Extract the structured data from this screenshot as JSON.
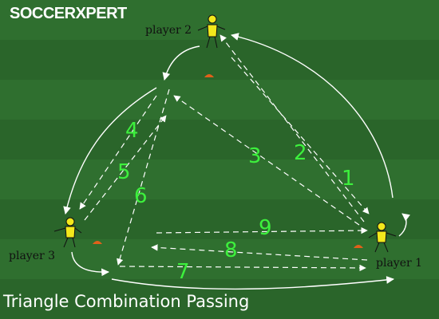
{
  "brand": {
    "logo_text": "SOCCERXPERT"
  },
  "diagram": {
    "title": "Triangle Combination Passing",
    "players": [
      {
        "label": "player 2"
      },
      {
        "label": "player 3"
      },
      {
        "label": "player 1"
      }
    ],
    "pass_numbers": [
      "1",
      "2",
      "3",
      "4",
      "5",
      "6",
      "7",
      "8",
      "9"
    ],
    "colors": {
      "field_dark": "#2a652a",
      "field_light": "#2f6f2f",
      "number_green": "#3df03d",
      "player_yellow": "#f2e81c",
      "cone_orange": "#e0601a",
      "line_white": "#ffffff"
    }
  }
}
